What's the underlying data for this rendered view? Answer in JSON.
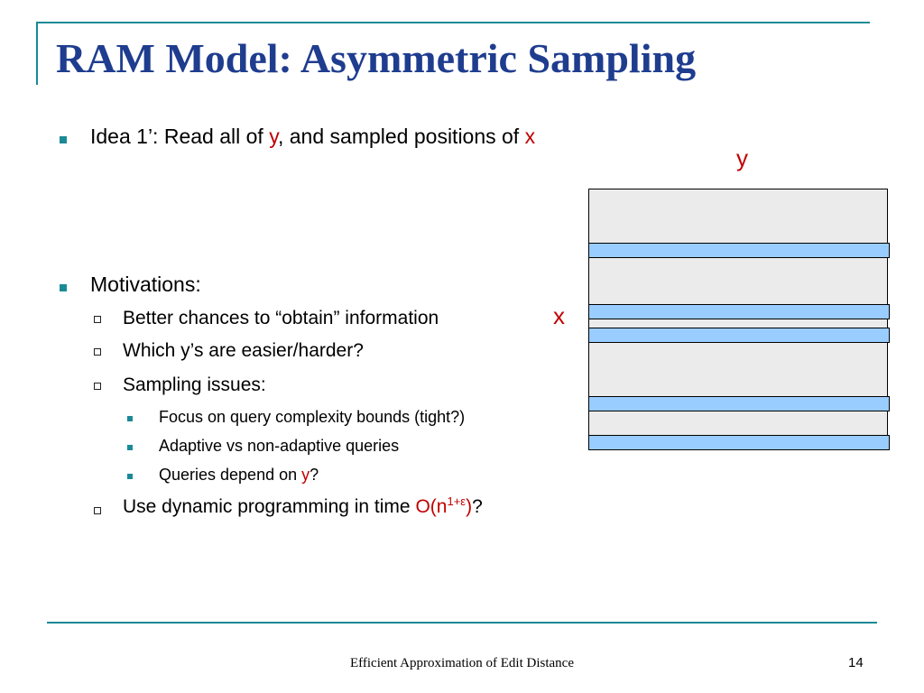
{
  "slide": {
    "title": "RAM Model: Asymmetric Sampling",
    "idea": {
      "prefix": "Idea 1’: Read all of ",
      "y": "y",
      "middle": ", and sampled positions of ",
      "x": "x"
    },
    "motivations_label": "Motivations:",
    "sub_items": [
      "Better chances to “obtain” information",
      "Which y’s are easier/harder?",
      "Sampling issues:"
    ],
    "sampling_issues": [
      "Focus on query complexity bounds (tight?)",
      "Adaptive vs non-adaptive queries"
    ],
    "queries_depend": {
      "prefix": "Queries depend on ",
      "y": "y",
      "suffix": "?"
    },
    "dynamic_programming": {
      "prefix": "Use dynamic programming in time ",
      "big_o": "O(n",
      "exponent": "1+ε",
      "close": ")",
      "suffix": "?"
    }
  },
  "diagram": {
    "y_label": "y",
    "x_label": "x"
  },
  "footer": {
    "text": "Efficient Approximation of  Edit Distance",
    "page_number": "14"
  },
  "colors": {
    "title": "#1f3d8f",
    "accent": "#1a8a96",
    "highlight": "#c00000",
    "sample_fill": "#99ccff",
    "string_fill": "#ebebeb"
  }
}
